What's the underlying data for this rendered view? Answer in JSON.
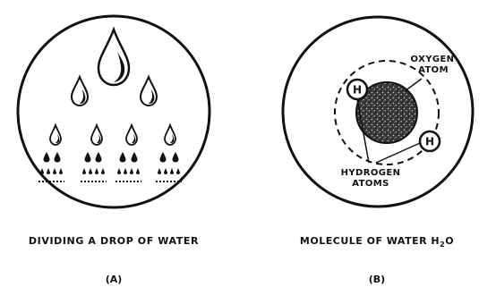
{
  "panel_a": {
    "caption": "DIVIDING A DROP OF WATER",
    "letter": "(A)"
  },
  "panel_b": {
    "caption_text": "MOLECULE OF WATER H",
    "caption_subscript": "2",
    "caption_tail": "O",
    "letter": "(B)",
    "oxygen_label_line1": "OXYGEN",
    "oxygen_label_line2": "ATOM",
    "hydrogen_label_line1": "HYDROGEN",
    "hydrogen_label_line2": "ATOMS",
    "hydrogen_symbol": "H"
  },
  "colors": {
    "ink": "#111111",
    "background": "#ffffff"
  }
}
